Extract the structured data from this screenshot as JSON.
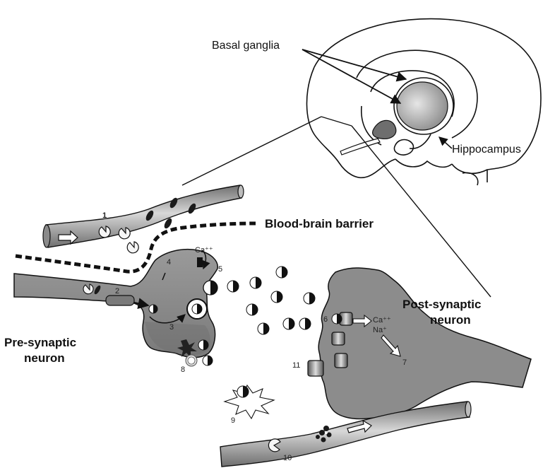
{
  "labels": {
    "basal_ganglia": "Basal ganglia",
    "hippocampus": "Hippocampus",
    "blood_brain_barrier": "Blood-brain barrier",
    "pre_synaptic_line1": "Pre-synaptic",
    "pre_synaptic_line2": "neuron",
    "post_synaptic_line1": "Post-synaptic",
    "post_synaptic_line2": "neuron",
    "ca_top": "Ca⁺⁺",
    "ca_post": "Ca⁺⁺",
    "na_post": "Na⁺"
  },
  "step_numbers": {
    "n1": "1",
    "n2": "2",
    "n3": "3",
    "n4": "4",
    "n5": "5",
    "n6": "6",
    "n7": "7",
    "n8": "8",
    "n9": "9",
    "n10": "10",
    "n11": "11"
  },
  "colors": {
    "neuron_fill": "#8c8c8c",
    "vessel_fill": "#9a9a9a",
    "basal_ganglia_fill": "#b8b8b8",
    "hippocampus_fill": "#6e6e6e",
    "outline": "#111111"
  }
}
